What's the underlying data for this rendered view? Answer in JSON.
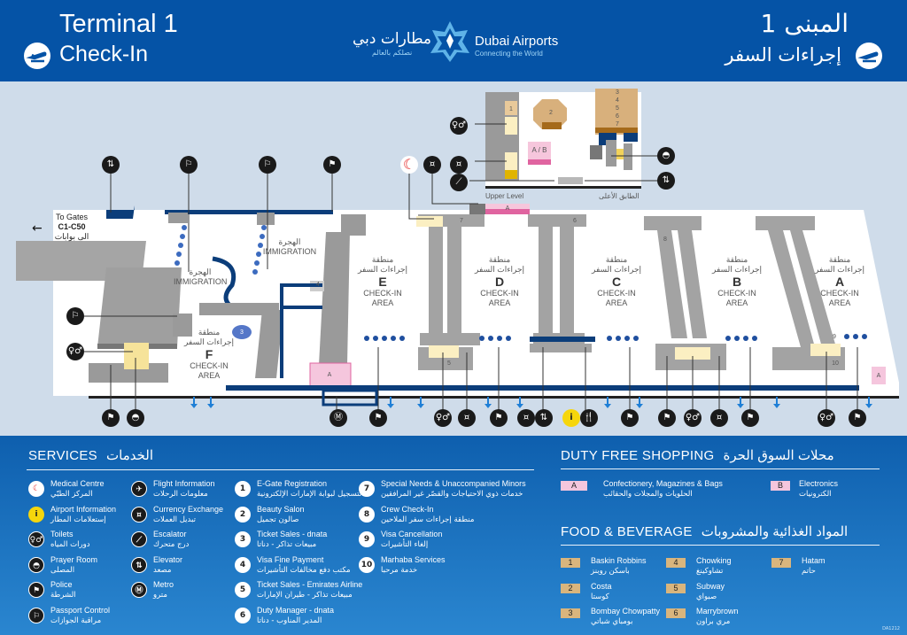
{
  "header": {
    "title_en": "Terminal 1",
    "subtitle_en": "Check-In",
    "title_ar": "المبنى 1",
    "subtitle_ar": "إجراءات السفر",
    "logo_ar": "مطارات دبي",
    "logo_ar_tagline": "نصلكم بالعالم",
    "logo_en": "Dubai Airports",
    "logo_en_tagline": "Connecting the World",
    "brand_color": "#0553a6"
  },
  "map": {
    "to_gates": {
      "line1": "To Gates",
      "line2": "C1-C50",
      "ar": "الى بوابات"
    },
    "upper_level_en": "Upper Level",
    "upper_level_ar": "الطابق الأعلى",
    "immigration": [
      {
        "ar": "الهجرة",
        "en": "IMMIGRATION"
      },
      {
        "ar": "الهجرة",
        "en": "IMMIGRATION"
      }
    ],
    "checkin_areas": [
      {
        "letter": "F",
        "ar1": "منطقة",
        "ar2": "إجراءات السفر",
        "en1": "CHECK-IN",
        "en2": "AREA"
      },
      {
        "letter": "E",
        "ar1": "منطقة",
        "ar2": "إجراءات السفر",
        "en1": "CHECK-IN",
        "en2": "AREA"
      },
      {
        "letter": "D",
        "ar1": "منطقة",
        "ar2": "إجراءات السفر",
        "en1": "CHECK-IN",
        "en2": "AREA"
      },
      {
        "letter": "C",
        "ar1": "منطقة",
        "ar2": "إجراءات السفر",
        "en1": "CHECK-IN",
        "en2": "AREA"
      },
      {
        "letter": "B",
        "ar1": "منطقة",
        "ar2": "إجراءات السفر",
        "en1": "CHECK-IN",
        "en2": "AREA"
      },
      {
        "letter": "A",
        "ar1": "منطقة",
        "ar2": "إجراءات السفر",
        "en1": "CHECK-IN",
        "en2": "AREA"
      }
    ],
    "shop_labels": {
      "a": "A",
      "ab": "A / B"
    },
    "food_numbers": [
      "1",
      "2",
      "3",
      "4",
      "5",
      "6",
      "7"
    ],
    "service_numbers": [
      "3",
      "4",
      "5",
      "6",
      "7",
      "8",
      "9",
      "10"
    ]
  },
  "services": {
    "title_en": "SERVICES",
    "title_ar": "الخدمات",
    "items": [
      {
        "icon": "medical-icon",
        "glyph": "☾",
        "en": "Medical Centre",
        "ar": "المركز الطبّي"
      },
      {
        "icon": "info-icon",
        "glyph": "i",
        "en": "Airport Information",
        "ar": "إستعلامات المطار"
      },
      {
        "icon": "toilets-icon",
        "glyph": "♀♂",
        "en": "Toilets",
        "ar": "دورات المياه"
      },
      {
        "icon": "prayer-icon",
        "glyph": "◓",
        "en": "Prayer Room",
        "ar": "المصلى"
      },
      {
        "icon": "police-icon",
        "glyph": "⚑",
        "en": "Police",
        "ar": "الشرطة"
      },
      {
        "icon": "passport-icon",
        "glyph": "⚐",
        "en": "Passport Control",
        "ar": "مراقبة الجوازات"
      },
      {
        "icon": "flight-info-icon",
        "glyph": "✈",
        "en": "Flight Information",
        "ar": "معلومات الرحلات"
      },
      {
        "icon": "currency-icon",
        "glyph": "¤",
        "en": "Currency Exchange",
        "ar": "تبديل العملات"
      },
      {
        "icon": "escalator-icon",
        "glyph": "⟋",
        "en": "Escalator",
        "ar": "درج متحرك"
      },
      {
        "icon": "elevator-icon",
        "glyph": "⇅",
        "en": "Elevator",
        "ar": "مصعد"
      },
      {
        "icon": "metro-icon",
        "glyph": "Ⓜ",
        "en": "Metro",
        "ar": "مترو"
      },
      {
        "icon": "number-1-icon",
        "glyph": "1",
        "en": "E-Gate Registration",
        "ar": "التسجيل لبوابة الإمارات الإلكترونية"
      },
      {
        "icon": "number-2-icon",
        "glyph": "2",
        "en": "Beauty Salon",
        "ar": "صالون تجميل"
      },
      {
        "icon": "number-3-icon",
        "glyph": "3",
        "en": "Ticket Sales - dnata",
        "ar": "مبيعات تذاكر - دناتا"
      },
      {
        "icon": "number-4-icon",
        "glyph": "4",
        "en": "Visa Fine Payment",
        "ar": "مكتب دفع مخالفات التأشيرات"
      },
      {
        "icon": "number-5-icon",
        "glyph": "5",
        "en": "Ticket Sales - Emirates Airline",
        "ar": "مبيعات تذاكر - طيران الإمارات"
      },
      {
        "icon": "number-6-icon",
        "glyph": "6",
        "en": "Duty Manager - dnata",
        "ar": "المدير المناوب - دناتا"
      },
      {
        "icon": "number-7-icon",
        "glyph": "7",
        "en": "Special Needs & Unaccompanied Minors",
        "ar": "خدمات ذوي الاحتياجات والقصّر غير المرافقين"
      },
      {
        "icon": "number-8-icon",
        "glyph": "8",
        "en": "Crew Check-In",
        "ar": "منطقة إجراءات سفر الملاحين"
      },
      {
        "icon": "number-9-icon",
        "glyph": "9",
        "en": "Visa Cancellation",
        "ar": "إلغاء التأشيرات"
      },
      {
        "icon": "number-10-icon",
        "glyph": "10",
        "en": "Marhaba Services",
        "ar": "خدمة مرحبا"
      }
    ]
  },
  "duty_free": {
    "title_en": "DUTY FREE SHOPPING",
    "title_ar": "محلات السوق الحرة",
    "items": [
      {
        "code": "A",
        "en": "Confectionery, Magazines & Bags",
        "ar": "الحلويات والمجلات والحقائب"
      },
      {
        "code": "B",
        "en": "Electronics",
        "ar": "الكترونيات"
      }
    ]
  },
  "food": {
    "title_en": "FOOD & BEVERAGE",
    "title_ar": "المواد الغذائية والمشروبات",
    "items": [
      {
        "code": "1",
        "en": "Baskin Robbins",
        "ar": "باسكن روبنز"
      },
      {
        "code": "2",
        "en": "Costa",
        "ar": "كوستا"
      },
      {
        "code": "3",
        "en": "Bombay Chowpatty",
        "ar": "بومباي شباتي"
      },
      {
        "code": "4",
        "en": "Chowking",
        "ar": "تشاوكينغ"
      },
      {
        "code": "5",
        "en": "Subway",
        "ar": "صبواي"
      },
      {
        "code": "6",
        "en": "Marrybrown",
        "ar": "مري براون"
      },
      {
        "code": "7",
        "en": "Hatam",
        "ar": "حاتم"
      }
    ]
  },
  "footer_code": "DA1212"
}
